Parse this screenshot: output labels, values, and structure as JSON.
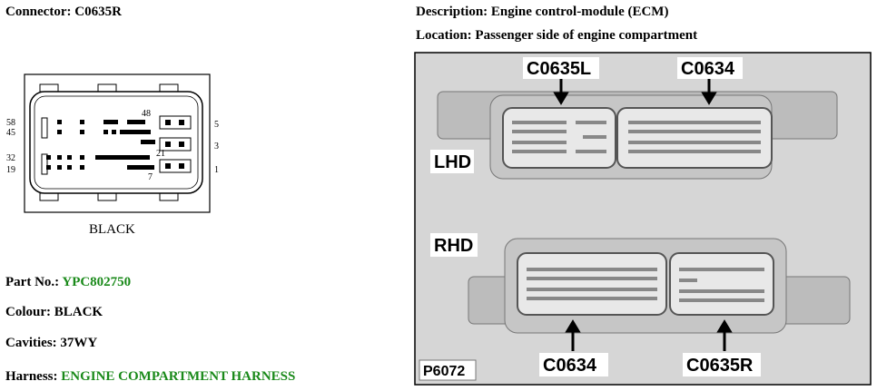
{
  "connector": {
    "label": "Connector:",
    "value": "C0635R"
  },
  "description": {
    "label": "Description:",
    "value": "Engine control-module (ECM)"
  },
  "location": {
    "label": "Location:",
    "value": "Passenger side of engine compartment"
  },
  "pinout": {
    "color_caption": "BLACK",
    "left_pins": [
      "58",
      "45",
      "32",
      "19"
    ],
    "right_pins": [
      "5",
      "3",
      "1"
    ],
    "inner_pins": [
      "48",
      "21",
      "7"
    ]
  },
  "part_no": {
    "label": "Part No.:",
    "value": "YPC802750"
  },
  "colour": {
    "label": "Colour:",
    "value": "BLACK"
  },
  "cavities": {
    "label": "Cavities:",
    "value": "37WY"
  },
  "harness": {
    "label": "Harness:",
    "value": "ENGINE COMPARTMENT HARNESS"
  },
  "figure": {
    "lhd_label": "LHD",
    "rhd_label": "RHD",
    "top_callouts": [
      "C0635L",
      "C0634"
    ],
    "bottom_callouts": [
      "C0634",
      "C0635R"
    ],
    "figure_id": "P6072"
  },
  "colors": {
    "value_green": "#1a8a1a",
    "figure_bg": "#d6d6d6"
  }
}
